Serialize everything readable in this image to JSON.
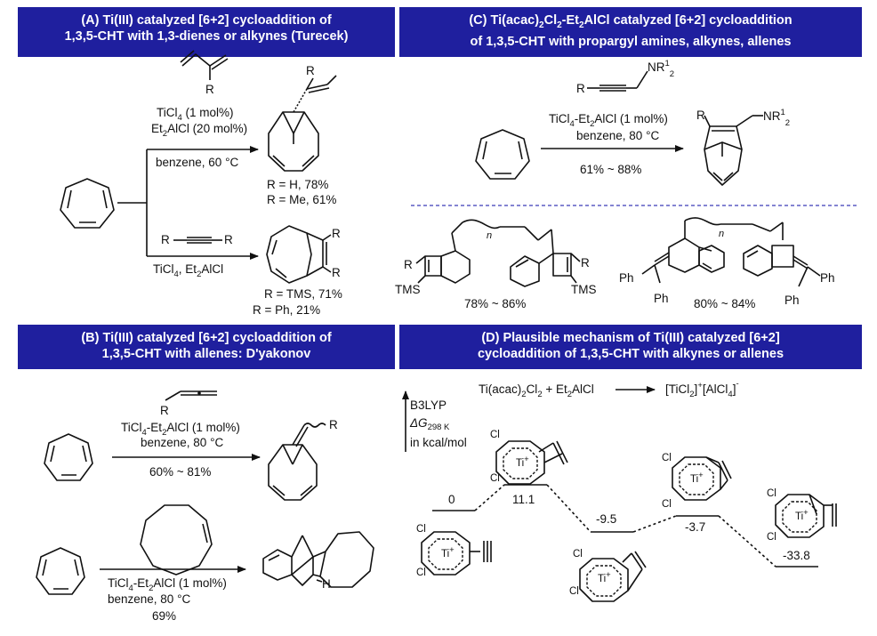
{
  "panels": {
    "a": {
      "title_line1": "(A) Ti(III) catalyzed [6+2] cycloaddition of",
      "title_line2": "1,3,5-CHT with 1,3-dienes or alkynes (Turecek)",
      "diene_reagent_r": "R",
      "conditions_top_1": "TiCl",
      "conditions_top_1b": " (1 mol%)",
      "conditions_top_2": "Et",
      "conditions_top_2b": "AlCl (20 mol%)",
      "conditions_top_3": "benzene, 60 °C",
      "product_top_r": "R",
      "yield_top_1": "R = H, 78%",
      "yield_top_2": "R = Me, 61%",
      "alkyne_reagent_1": "R",
      "alkyne_reagent_2": "R",
      "conditions_bottom_1": "TiCl",
      "conditions_bottom_1b": ", Et",
      "conditions_bottom_1c": "AlCl",
      "product_bottom_r1": "R",
      "product_bottom_r2": "R",
      "yield_bottom_1": "R = TMS, 71%",
      "yield_bottom_2": "R = Ph, 21%"
    },
    "b": {
      "title_line1": "(B) Ti(III) catalyzed [6+2] cycloaddition of",
      "title_line2": "1,3,5-CHT with allenes: D'yakonov",
      "allene_r": "R",
      "conditions_top_1": "TiCl",
      "conditions_top_1b": "-Et",
      "conditions_top_1c": "AlCl (1 mol%)",
      "conditions_top_2": "benzene, 80 °C",
      "yield_top": "60% ~ 81%",
      "product_top_r": "R",
      "conditions_bottom_1": "TiCl",
      "conditions_bottom_1b": "-Et",
      "conditions_bottom_1c": "AlCl (1 mol%)",
      "conditions_bottom_2": "benzene, 80 °C",
      "yield_bottom": "69%",
      "product_bottom_h": "H"
    },
    "c": {
      "title_line1": "(C) Ti(acac)",
      "title_line1b": "Cl",
      "title_line1c": "-Et",
      "title_line1d": "AlCl catalyzed [6+2] cycloaddition",
      "title_line2": "of 1,3,5-CHT with propargyl amines, alkynes, allenes",
      "reagent_r": "R",
      "reagent_nr": "NR",
      "reagent_nr_sup": "1",
      "reagent_nr_sub": "2",
      "conditions_1": "TiCl",
      "conditions_1b": "-Et",
      "conditions_1c": "AlCl (1 mol%)",
      "conditions_2": "benzene, 80 °C",
      "yield": "61% ~ 88%",
      "product_r": "R",
      "product_nr": "NR",
      "product_nr_sup": "1",
      "product_nr_sub": "2",
      "bis_left_r": "R",
      "bis_left_r2": "R",
      "bis_left_tms1": "TMS",
      "bis_left_tms2": "TMS",
      "bis_left_n": "n",
      "bis_left_yield": "78% ~ 86%",
      "bis_right_ph1": "Ph",
      "bis_right_ph2": "Ph",
      "bis_right_ph3": "Ph",
      "bis_right_ph4": "Ph",
      "bis_right_n": "n",
      "bis_right_yield": "80% ~ 84%"
    },
    "d": {
      "title_line1": "(D) Plausible mechanism of Ti(III) catalyzed [6+2]",
      "title_line2": "cycloaddition of 1,3,5-CHT with alkynes or allenes",
      "eq_left_1": "Ti(acac)",
      "eq_left_2": "Cl",
      "eq_left_3": " + Et",
      "eq_left_4": "AlCl",
      "eq_right_1": "[TiCl",
      "eq_right_2": "]",
      "eq_right_3": "[AlCl",
      "eq_right_4": "]",
      "axis_label_1": "B3LYP",
      "axis_label_2": "ΔG",
      "axis_label_2_sub": "298 K",
      "axis_label_3": "in kcal/mol",
      "energies": [
        "0",
        "11.1",
        "-9.5",
        "-3.7",
        "-33.8"
      ],
      "cl": "Cl",
      "ti": "Ti",
      "plus": "+"
    }
  }
}
